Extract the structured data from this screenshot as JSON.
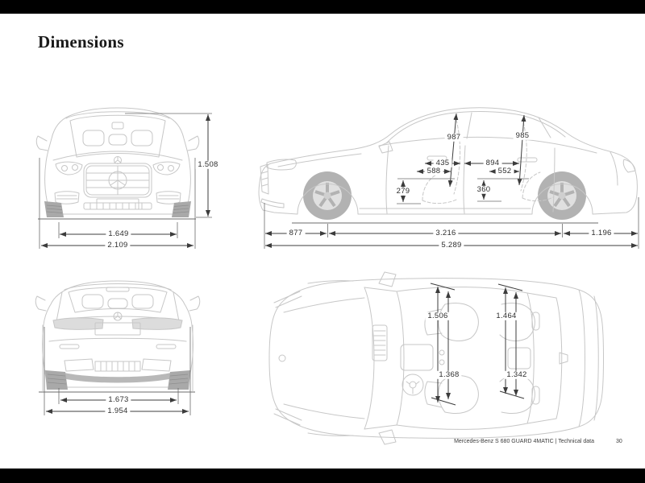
{
  "page": {
    "title": "Dimensions",
    "footer_text": "Mercedes-Benz S 680 GUARD 4MATIC | Technical data",
    "page_number": "30"
  },
  "front_view": {
    "overall_height": "1.508",
    "track_width": "1.649",
    "overall_width": "2.109"
  },
  "side_view": {
    "front_cabin_height": "987",
    "rear_cabin_height": "985",
    "front_upper_clearance": "435",
    "rear_upper_clearance": "894",
    "front_mid_clearance": "588",
    "rear_mid_clearance": "552",
    "front_floor_to_seat": "279",
    "rear_floor_to_seat": "360",
    "front_overhang": "877",
    "wheelbase": "3.216",
    "rear_overhang": "1.196",
    "overall_length": "5.289"
  },
  "rear_view": {
    "track_width": "1.673",
    "body_width": "1.954"
  },
  "top_view": {
    "front_width_outer": "1.506",
    "front_width_inner": "1.368",
    "rear_width_outer": "1.464",
    "rear_width_inner": "1.342"
  },
  "colors": {
    "background": "#ffffff",
    "letterbox": "#000000",
    "car_line": "#c7c7c7",
    "dimension_line": "#3c3c3c"
  }
}
